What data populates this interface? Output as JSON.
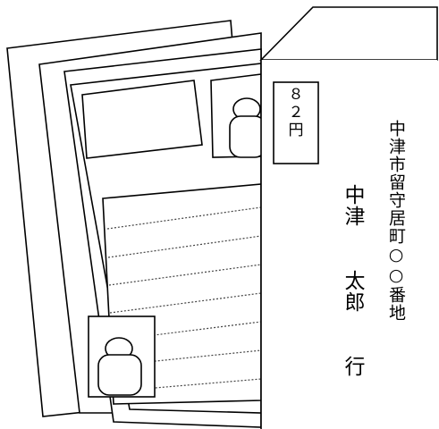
{
  "postcard": {
    "stamp": {
      "value_digit_1": "８",
      "value_digit_2": "２",
      "unit": "円"
    },
    "address": "中津市留守居町○○番地",
    "recipient": {
      "family_name": "中津",
      "given_name": "太郎",
      "honorific": "行"
    }
  },
  "colors": {
    "line": "#000000",
    "paper": "#ffffff",
    "ruled_line": "#444444"
  }
}
